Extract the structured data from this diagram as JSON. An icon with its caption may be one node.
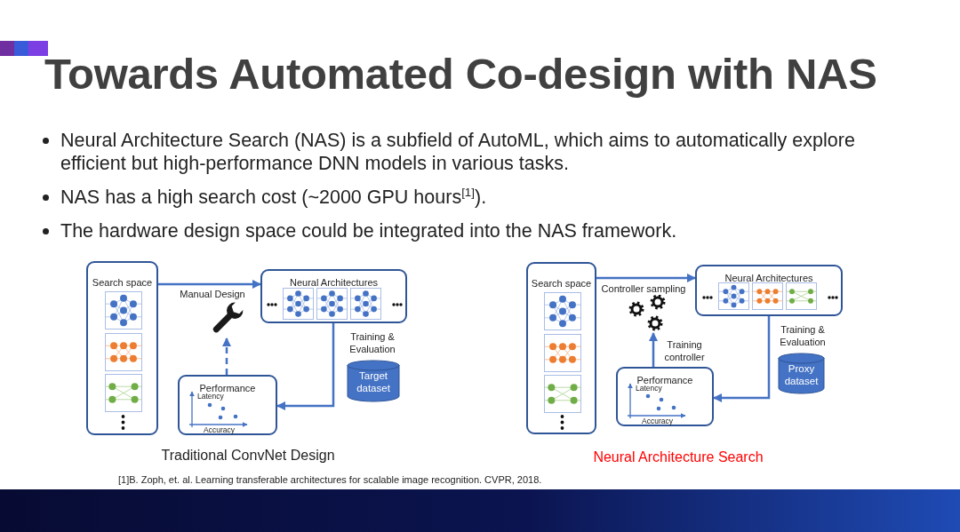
{
  "diagram": {
    "title": "Towards Automated Co-design with NAS",
    "nodes": [
      {
        "text": [
          "Search space"
        ]
      },
      {
        "text": [
          "Neural Architectures"
        ]
      },
      {
        "text": [],
        "shape": "picture"
      },
      {
        "text": [
          "Performance",
          "Latency",
          "Accuracy"
        ]
      },
      {
        "text": [
          "Target dataset"
        ]
      },
      {
        "text": [
          "Search space"
        ]
      },
      {
        "text": [
          "Neural Architectures"
        ]
      },
      {
        "text": [],
        "shape": "picture"
      },
      {
        "text": [
          "Performance",
          "Latency",
          "Accuracy"
        ]
      },
      {
        "text": [
          "Proxy dataset"
        ]
      }
    ],
    "edges": [
      {
        "from": 0,
        "to": 1,
        "arrow": "to",
        "label": "Manual Design"
      },
      {
        "from": 1,
        "to": 3,
        "arrow": "to",
        "label": "Training & Evaluation"
      },
      {
        "from": 3,
        "to": 2,
        "arrow": "to",
        "style": "dashed"
      },
      {
        "from": 5,
        "to": 6,
        "arrow": "to",
        "label": "Controller sampling"
      },
      {
        "from": 6,
        "to": 8,
        "arrow": "to",
        "label": "Training & Evaluation"
      },
      {
        "from": 8,
        "to": 7,
        "arrow": "to",
        "label": "Training controller"
      }
    ],
    "labels": [
      "Neural Architecture Search (NAS) is a subfield of AutoML, which aims to automatically explore efficient but high-performance DNN models in various tasks.",
      "NAS has a high search cost (~2000 GPU hours$^{[1]}$).",
      "The hardware design space could be integrated into the NAS framework.",
      "Traditional ConvNet Design",
      "Neural Architecture Search",
      "[1]B. Zoph, et. al. Learning transferable architectures for scalable image recognition. CVPR, 2018."
    ]
  }
}
